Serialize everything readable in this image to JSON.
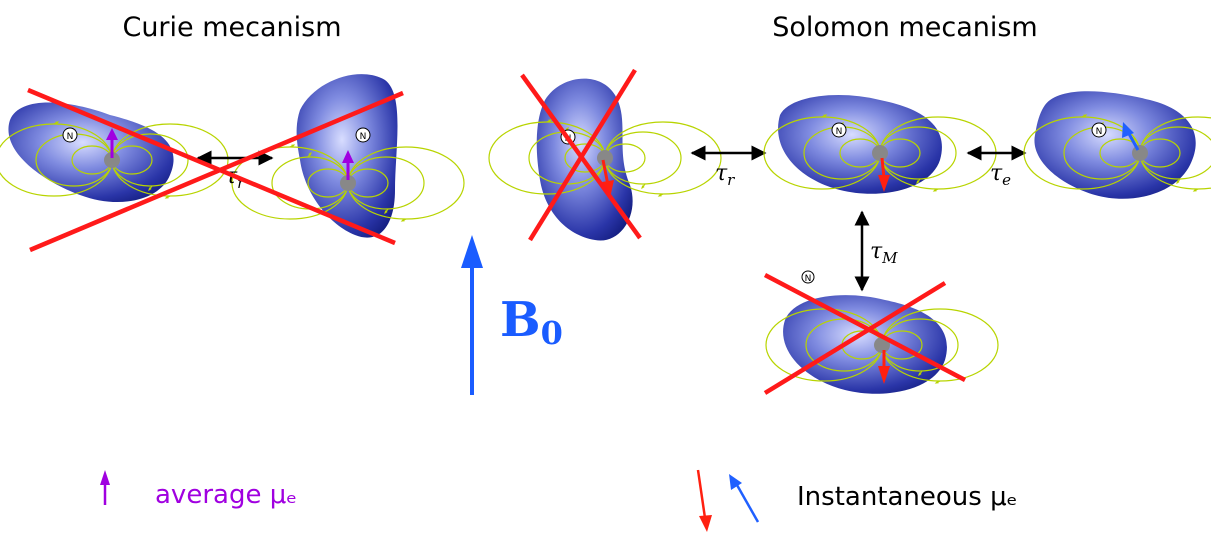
{
  "titles": {
    "curie": "Curie mecanism",
    "solomon": "Solomon mecanism"
  },
  "field": {
    "symbol": "B",
    "subscript": "0"
  },
  "exchange_labels": {
    "curie_rotation": "τ",
    "curie_rotation_sub": "r",
    "solomon_rotation": "τ",
    "solomon_rotation_sub": "r",
    "electronic": "τ",
    "electronic_sub": "e",
    "water_exchange": "τ",
    "water_exchange_sub": "M"
  },
  "nucleus_label": "N",
  "legend": {
    "average": "average μₑ",
    "instantaneous": "Instantaneous μₑ"
  },
  "colors": {
    "blob_dark": "#0d1a7a",
    "blob_light": "#c8d0ff",
    "field_lines": "#b8d400",
    "average_moment": "#a000e0",
    "instant_red": "#ff2010",
    "instant_blue": "#2060ff",
    "field_arrow": "#1a5cff",
    "cross": "#ff1a1a"
  }
}
